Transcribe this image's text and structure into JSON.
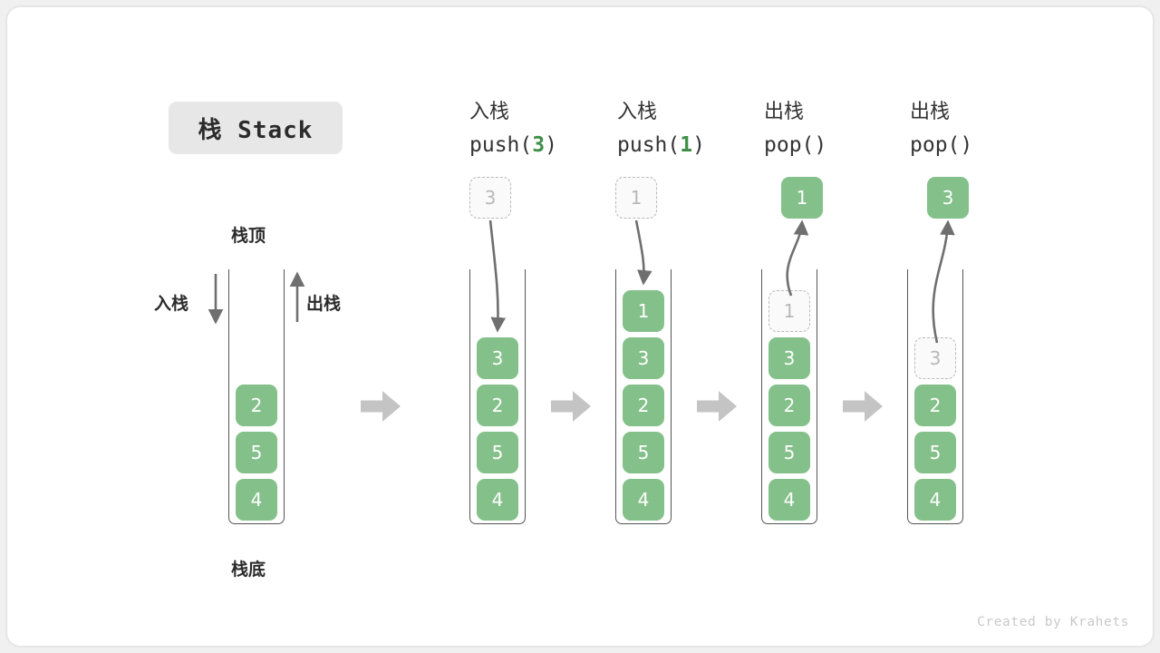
{
  "title": {
    "text": "栈 Stack"
  },
  "labels": {
    "stack_top": "栈顶",
    "stack_bottom": "栈底",
    "push_side": "入栈",
    "pop_side": "出栈"
  },
  "credit": "Created by Krahets",
  "colors": {
    "cell_green": "#84c08a",
    "accent_green": "#3f8f47",
    "ghost_gray": "#b8b8b8",
    "arrow_gray": "#6f6f6f",
    "block_arrow_gray": "#c4c4c4",
    "border_gray": "#555555",
    "chip_bg": "#e7e7e7"
  },
  "base_stack": {
    "cells": [
      "2",
      "5",
      "4"
    ]
  },
  "steps": [
    {
      "cn": "入栈",
      "code_prefix": "push(",
      "code_arg": "3",
      "code_suffix": ")",
      "float_value": "3",
      "float_kind": "ghost",
      "arrow_direction": "down",
      "cells": [
        "3",
        "2",
        "5",
        "4"
      ],
      "ghost_index": -1
    },
    {
      "cn": "入栈",
      "code_prefix": "push(",
      "code_arg": "1",
      "code_suffix": ")",
      "float_value": "1",
      "float_kind": "ghost",
      "arrow_direction": "down",
      "cells": [
        "1",
        "3",
        "2",
        "5",
        "4"
      ],
      "ghost_index": -1
    },
    {
      "cn": "出栈",
      "code_prefix": "pop(",
      "code_arg": "",
      "code_suffix": ")",
      "float_value": "1",
      "float_kind": "solid",
      "arrow_direction": "up",
      "cells": [
        "1",
        "3",
        "2",
        "5",
        "4"
      ],
      "ghost_index": 0
    },
    {
      "cn": "出栈",
      "code_prefix": "pop(",
      "code_arg": "",
      "code_suffix": ")",
      "float_value": "3",
      "float_kind": "solid",
      "arrow_direction": "up",
      "cells": [
        "3",
        "2",
        "5",
        "4"
      ],
      "ghost_index": 0
    }
  ],
  "separators": [
    "→",
    "→",
    "→",
    "→"
  ]
}
